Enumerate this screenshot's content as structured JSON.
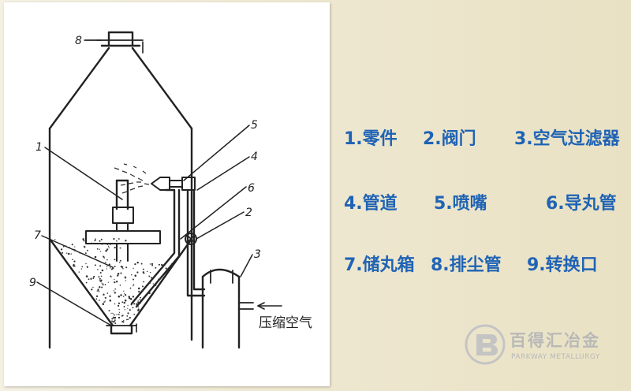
{
  "diagram": {
    "callouts": [
      "8",
      "1",
      "7",
      "9",
      "5",
      "4",
      "6",
      "2",
      "3"
    ],
    "air_label": "压缩空气"
  },
  "legend": {
    "rows": [
      [
        "1.零件",
        "2.阀门",
        "3.空气过滤器"
      ],
      [
        "4.管道",
        "5.喷嘴",
        "6.导丸管"
      ],
      [
        "7.储丸箱",
        "8.排尘管",
        "9.转换口"
      ]
    ],
    "color": "#1f63b5"
  },
  "watermark": {
    "name": "百得汇冶金",
    "subtitle": "PARKWAY METALLURGY",
    "logo_icon": "parkway-logo-icon"
  }
}
